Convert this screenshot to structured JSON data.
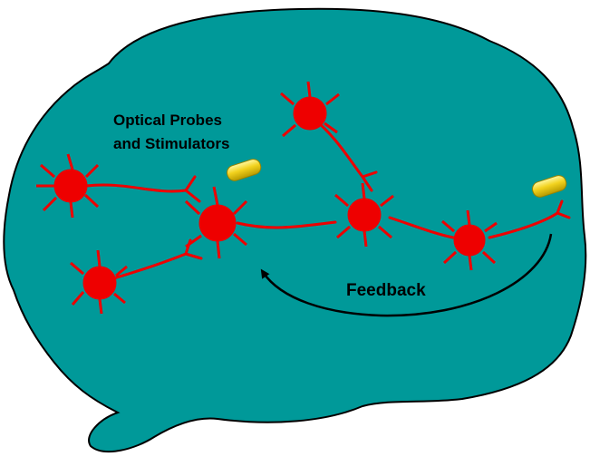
{
  "labels": {
    "probes_line1": "Optical Probes",
    "probes_line2": "and Stimulators",
    "feedback": "Feedback"
  },
  "colors": {
    "brain_fill": "#009999",
    "brain_outline": "#000000",
    "neuron": "#ee0000",
    "probe_fill": "#f2d21e",
    "probe_outline": "#9a8400",
    "arrow": "#000000"
  },
  "icons": {
    "neuron": "neuron-icon",
    "probe": "optical-probe-icon"
  }
}
